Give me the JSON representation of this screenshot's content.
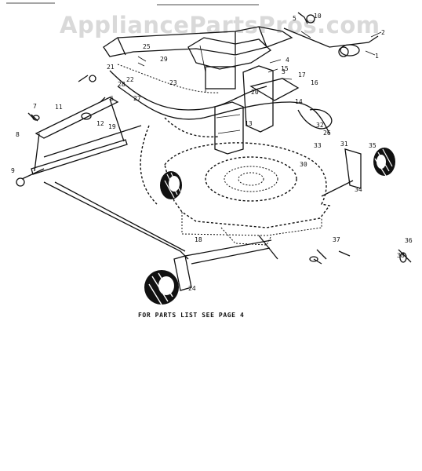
{
  "watermark": "AppliancePartsPros.com",
  "footer_note": "FOR PARTS LIST SEE PAGE 4",
  "callouts": [
    "1",
    "2",
    "3",
    "4",
    "5",
    "6",
    "7",
    "8",
    "9",
    "10",
    "11",
    "12",
    "13",
    "14",
    "15",
    "16",
    "17",
    "18",
    "19",
    "20",
    "21",
    "22",
    "23",
    "24",
    "25",
    "26",
    "27",
    "28",
    "29",
    "30",
    "31",
    "32",
    "33",
    "34",
    "35",
    "36",
    "37",
    "38"
  ]
}
